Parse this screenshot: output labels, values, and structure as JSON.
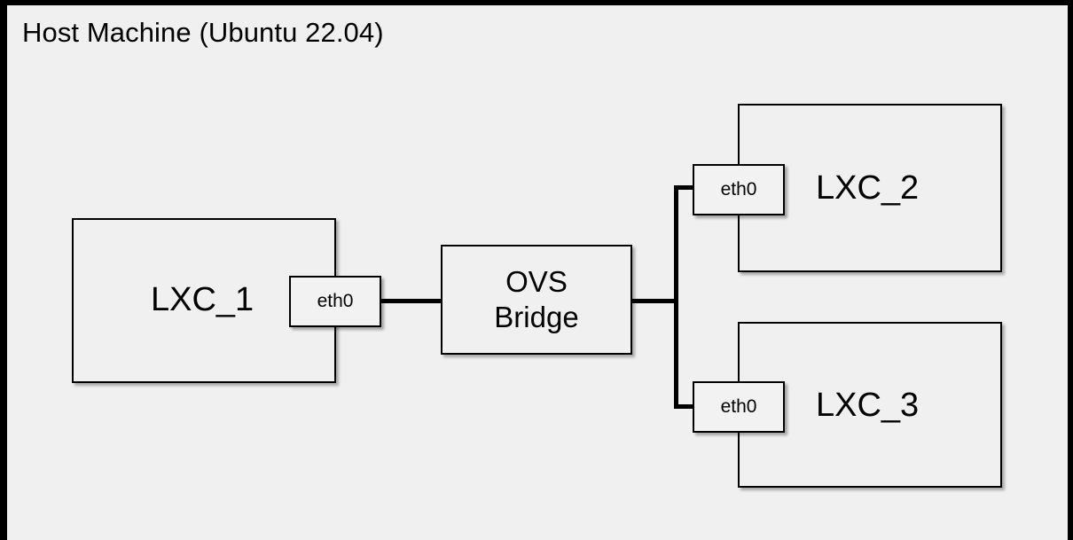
{
  "diagram": {
    "title": "Host Machine (Ubuntu 22.04)",
    "background_color": "#f0f0f0",
    "frame_color": "#000000",
    "line_color": "#000000",
    "containers": [
      {
        "id": "lxc1",
        "label": "LXC_1",
        "port_label": "eth0"
      },
      {
        "id": "lxc2",
        "label": "LXC_2",
        "port_label": "eth0"
      },
      {
        "id": "lxc3",
        "label": "LXC_3",
        "port_label": "eth0"
      }
    ],
    "bridge": {
      "line1": "OVS",
      "line2": "Bridge"
    }
  }
}
